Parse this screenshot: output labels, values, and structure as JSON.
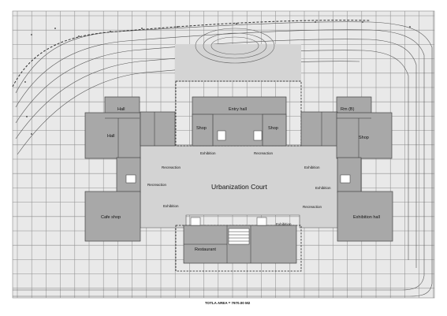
{
  "rooms": {
    "hall_upper": "Hall",
    "hall_lower": "Hall",
    "entry_hall": "Entry hall",
    "shop_center_left": "Shop",
    "shop_center_right": "Shop",
    "room_b": "Rm (B)",
    "shop_right": "Shop",
    "cafe_shop": "Cafe shop",
    "exhibition_hall": "Exhibition hall",
    "restaurant": "Restaurant"
  },
  "court": {
    "title": "Urbanization Court",
    "labels": {
      "exhibition_top_left": "Exhibition",
      "recreaction_top": "Recreaction",
      "recreaction_left": "Recreaction",
      "recreaction_mid_left": "Recreaction",
      "exhibition_left": "Exhibition",
      "exhibition_right_top": "Exhibition",
      "exhibition_right_mid": "Exhibition",
      "recreaction_right": "Recreaction",
      "exhibition_bottom_right": "Exhibition"
    }
  },
  "total_area": "TOTLA AREA = 7970.00 M2",
  "colors": {
    "building": "#a8a8a8",
    "court": "#d3d3d3",
    "grid": "#8a8a8a",
    "outline": "#555555",
    "frame": "#ffffff"
  }
}
